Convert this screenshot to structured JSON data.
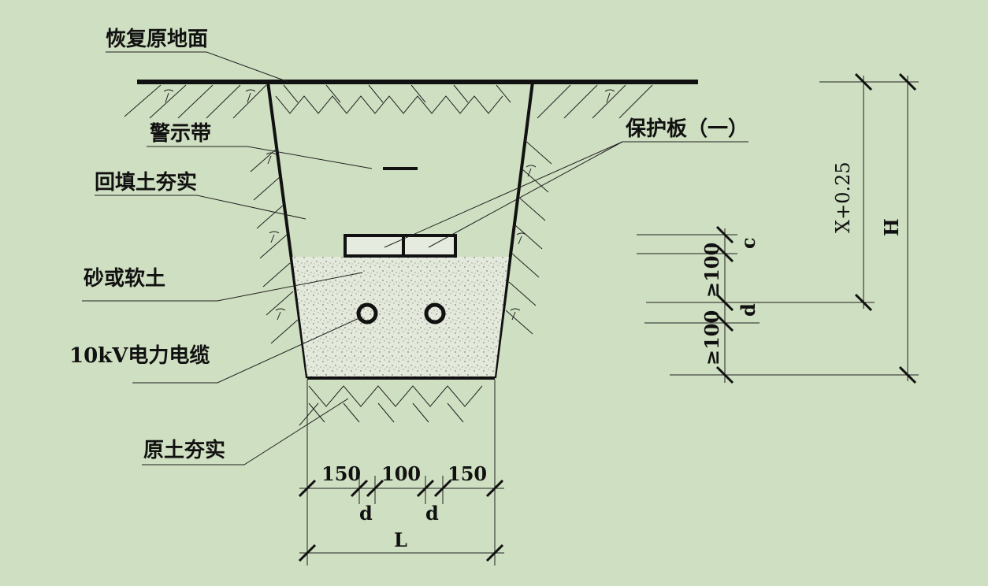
{
  "labels": {
    "restore_ground": "恢复原地面",
    "warning_tape": "警示带",
    "backfill": "回填土夯实",
    "protection_plate": "保护板（一）",
    "sand_soft_soil": "砂或软土",
    "cable": "10kV电力电缆",
    "original_soil": "原土夯实"
  },
  "dimensions": {
    "left_margin": "150",
    "center_gap": "100",
    "right_margin": "150",
    "d_left": "d",
    "d_right": "d",
    "width": "L",
    "x_height": "X+0.25",
    "total_height": "H",
    "c_label": "c",
    "d_vertical": "d",
    "min_100_upper": "≥100",
    "min_100_lower": "≥100"
  },
  "colors": {
    "background": "#cfdfc1",
    "line": "#111111",
    "sand": "#e6ebdf"
  }
}
